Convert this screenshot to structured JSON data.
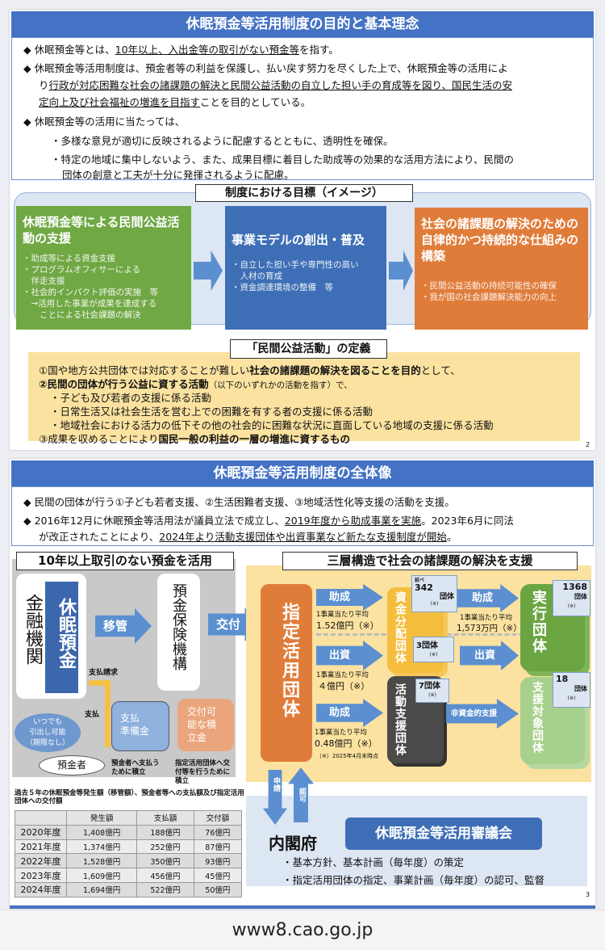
{
  "slide1": {
    "title": "休眠預金等活用制度の目的と基本理念",
    "bullet_mark": "◆",
    "b1_pre": "休眠預金等とは、",
    "b1_u": "10年以上、入出金等の取引がない預金等",
    "b1_post": "を指す。",
    "b2_l1": "休眠預金等活用制度は、預金者等の利益を保護し、払い戻す努力を尽くした上で、休眠預金等の活用によ",
    "b2_l2_pre": "り",
    "b2_l2_u": "行政が対応困難な社会の諸課題の解決と民間公益活動の自立した担い手の育成等を図り、国民生活の安",
    "b2_l3_u": "定向上及び社会福祉の増進を目指す",
    "b2_l3_post": "ことを目的としている。",
    "b3": "休眠預金等の活用に当たっては、",
    "b3_s1": "・多様な意見が適切に反映されるように配慮するとともに、透明性を確保。",
    "b3_s2_l1": "・特定の地域に集中しないよう、また、成果目標に着目した助成等の効果的な活用方法により、民間の",
    "b3_s2_l2": "団体の創意と工夫が十分に発揮されるように配慮。",
    "goals_label": "制度における目標（イメージ）",
    "goals": [
      {
        "title": "休眠預金等による民間公益活動の支援",
        "items": [
          "・助成等による資金支援",
          "・プログラムオフィサーによる",
          "　伴走支援",
          "・社会的インパクト評価の実施　等",
          "　→活用した事業が成果を達成する",
          "　　ことによる社会課題の解決"
        ]
      },
      {
        "title": "事業モデルの創出・普及",
        "items": [
          "・自立した担い手や専門性の高い",
          "　人材の育成",
          "・資金調達環境の整備　等"
        ]
      },
      {
        "title": "社会の諸課題の解決のための自律的かつ持続的な仕組みの構築",
        "items": [
          "・民間公益活動の持続可能性の確保",
          "・我が国の社会課題解決能力の向上"
        ]
      }
    ],
    "def_label": "「民間公益活動」の定義",
    "def1_pre": "①国や地方公共団体では対応することが難しい",
    "def1_b": "社会の諸課題の解決を図ることを目的",
    "def1_post": "として、",
    "def2_b": "②民間の団体が行う公益に資する活動",
    "def2_post": "（以下のいずれかの活動を指す）で、",
    "def_s1": "・子ども及び若者の支援に係る活動",
    "def_s2": "・日常生活又は社会生活を営む上での困難を有する者の支援に係る活動",
    "def_s3": "・地域社会における活力の低下その他の社会的に困難な状況に直面している地域の支援に係る活動",
    "def3_pre": "③成果を収めることにより",
    "def3_b": "国民一般の利益の一層の増進に資するもの",
    "page": "2"
  },
  "slide2": {
    "title": "休眠預金等活用制度の全体像",
    "b1": "民間の団体が行う①子ども若者支援、②生活困難者支援、③地域活性化等支援の活動を支援。",
    "b2_pre": "2016年12月に休眠預金等活用法が議員立法で成立し、",
    "b2_u1": "2019年度から助成事業を実施",
    "b2_mid": "。2023年6月に同法",
    "b2_l2_pre": "が改正されたことにより、",
    "b2_l2_u": "2024年より活動支援団体や出資事業など新たな支援制度が開始",
    "b2_l2_post": "。",
    "left_label": "10年以上取引のない預金を活用",
    "bank": "金融機関",
    "dormant": "休眠預金",
    "transfer": "移管",
    "dic": "預金保険機構",
    "grant_out": "交付",
    "pay_request": "支払請求",
    "pay": "支払",
    "anytime": "いつでも\n引出し可能\n（期限なし）",
    "reserve": "支払\n準備金",
    "grant_reserve": "交付可\n能な積\n立金",
    "depositor": "預金者",
    "reserve_note": "預金者へ支払う\nために積立",
    "grant_note": "指定活用団体へ交\n付等を行うために\n積立",
    "right_label": "三層構造で社会の諸課題の解決を支援",
    "designated": "指定活用団体",
    "grant": "助成",
    "invest": "出資",
    "nonfin": "非資金的支援",
    "avg": "1事業当たり平均",
    "avg1": "1.52億円（※）",
    "avg2": "４億円（※）",
    "avg3": "0.48億円（※）",
    "avg4": "1,573万円（※）",
    "asof": "（※）2025年4月末時点",
    "fund_org": "資金分配団体",
    "support_org": "活動支援団体",
    "exec_org": "実行団体",
    "target_org": "支援対象団体",
    "b342_pre": "延べ",
    "b342": "342",
    "b3": "3団体",
    "b7": "7団体",
    "b1368": "1368",
    "b18": "18",
    "dantai": "団体",
    "kome": "(※)",
    "apply": "申請",
    "approve": "認可",
    "cabinet": "内閣府",
    "council": "休眠預金等活用審議会",
    "c1": "・基本方針、基本計画（毎年度）の策定",
    "c2": "・指定活用団体の指定、事業計画（毎年度）の認可、監督",
    "table_caption": "過去５年の休眠預金等発生額（移管額）、預金者等への支払額及び指定活用団体への交付額",
    "table_headers": [
      "",
      "発生額",
      "支払額",
      "交付額"
    ],
    "table_rows": [
      [
        "2020年度",
        "1,408億円",
        "188億円",
        "76億円"
      ],
      [
        "2021年度",
        "1,374億円",
        "252億円",
        "87億円"
      ],
      [
        "2022年度",
        "1,528億円",
        "350億円",
        "93億円"
      ],
      [
        "2023年度",
        "1,609億円",
        "456億円",
        "45億円"
      ],
      [
        "2024年度",
        "1,694億円",
        "522億円",
        "50億円"
      ]
    ],
    "page": "3"
  },
  "url": "www8.cao.go.jp"
}
